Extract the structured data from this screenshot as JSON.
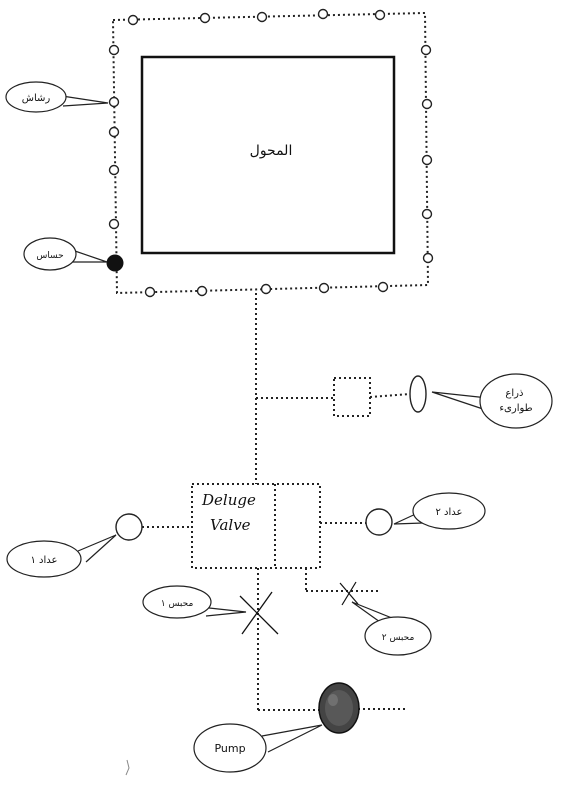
{
  "labels": {
    "transformer": "المحول",
    "sprinkler": "رشاش",
    "sensor": "حساس",
    "emergency_arm": "ذراع طوارىء",
    "deluge_line1": "Deluge",
    "deluge_line2": "Valve",
    "gauge_1": "عداد ١",
    "gauge_2": "عداد ٢",
    "valve_1": "محبس ١",
    "valve_2": "محبس ٢",
    "pump": "Pump"
  }
}
